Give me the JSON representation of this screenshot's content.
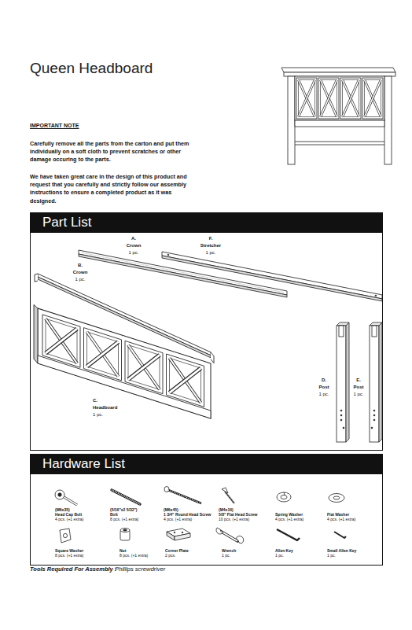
{
  "diagram": {
    "title": "Queen Headboard",
    "nodes": [
      {
        "text": [
          "Part List"
        ]
      },
      {
        "text": [
          "Hardware List"
        ]
      }
    ],
    "labels": [
      "IMPORTANT NOTE",
      "Carefully remove all the parts from the carton and put them individually on a soft cloth to prevent scratches or other damage occuring to the parts.",
      "We have taken great care in the design of this product and request that you carefully and strictly follow our assembly instructions to ensure a completed product as it was designed.",
      "A.",
      "Crown",
      "1 pc.",
      "F.",
      "Stretcher",
      "1 pc.",
      "B.",
      "Crown",
      "1 pc.",
      "C.",
      "Headboard",
      "1 pc.",
      "D.",
      "Post",
      "1 pc.",
      "E.",
      "Post",
      "1 pc.",
      "(M6x35)",
      "Head Cap Bolt",
      "4 pcs. (+1 extra)",
      "(5/16\"x2 5/32\")",
      "Bolt",
      "8 pcs. (+1 extra)",
      "(M6x45)",
      "1 3/4\" Round Head Screw",
      "4 pcs. (+1 extra)",
      "(M4x16)",
      "5/8\" Flat Head Screw",
      "10 pcs. (+1 extra)",
      "Spring Washer",
      "4 pcs. (+1 extra)",
      "Flat Washer",
      "4 pcs. (+1 extra)",
      "Square Washer",
      "8 pcs. (+1 extra)",
      "Nut",
      "8 pcs. (+1 extra)",
      "Corner Plate",
      "2 pcs.",
      "Wrench",
      "1 pc.",
      "Allen Key",
      "1 pc.",
      "Small Allen Key",
      "1 pc.",
      "Tools Required For Assembly :",
      "Phillips screwdriver"
    ]
  }
}
